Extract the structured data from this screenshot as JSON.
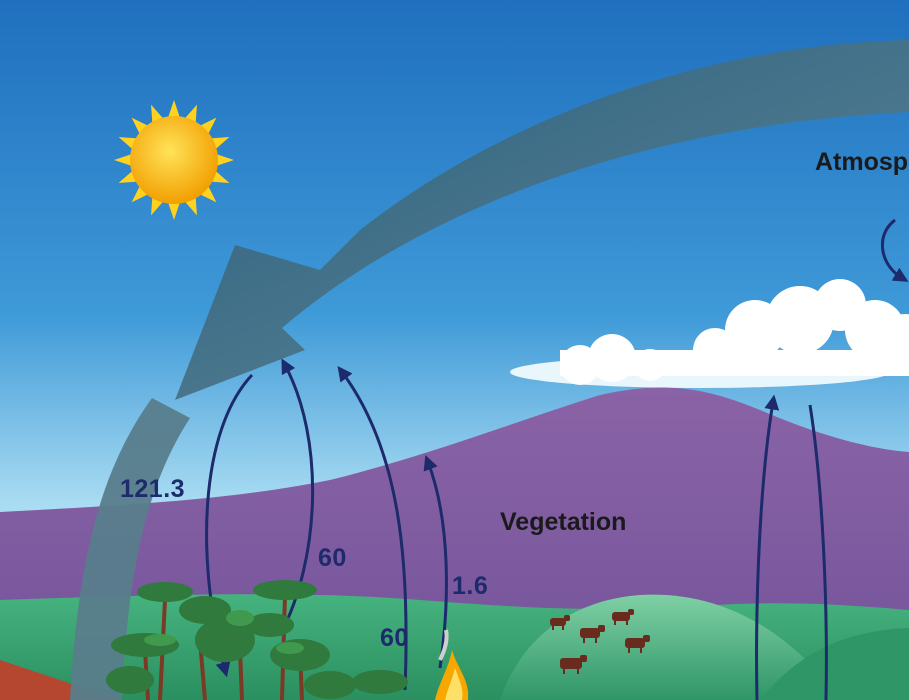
{
  "labels": {
    "atmosphere": "Atmosp",
    "vegetation": "Vegetation"
  },
  "flows": {
    "total_uptake": "121.3",
    "respiration_plants": "60",
    "respiration_soil": "60",
    "fire": "1.6"
  },
  "colors": {
    "sky_top": "#1f6fbe",
    "sky_bottom": "#bfe8f7",
    "mountain": "#7f5b9c",
    "grass": "#3aa374",
    "big_arrow": "#4d7485",
    "flow_arrow": "#1d2a6b",
    "sun": "#f6b300",
    "soil": "#b5462f"
  },
  "icons": [
    "sun-icon",
    "cloud-icon",
    "tree-icon",
    "cow-icon",
    "fire-icon"
  ]
}
